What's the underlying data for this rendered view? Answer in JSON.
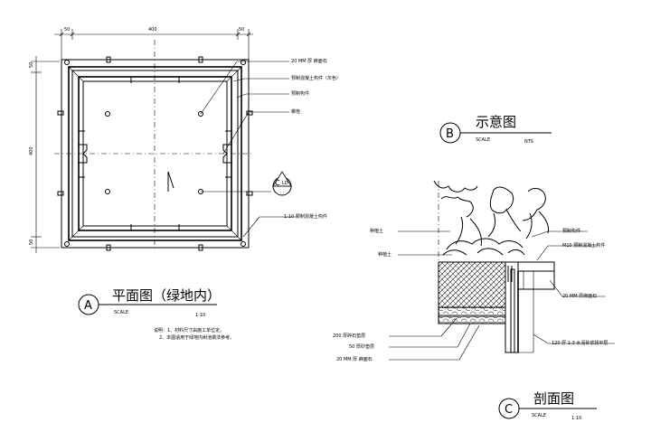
{
  "plan": {
    "dim_top_left": "50",
    "dim_top_mid": "400",
    "dim_top_right": "50",
    "dim_left_top": "50",
    "dim_left_mid": "400",
    "dim_left_bottom": "50",
    "callout_1": "20 MM 厚 麻面石",
    "callout_2": "预制混凝土构件（灰色）",
    "callout_3": "预制构件",
    "callout_4": "螺栓",
    "callout_5": "1:10 预制混凝土构件",
    "section_marker_letter": "C",
    "section_marker_ref": "LD",
    "notes_line_1": "说明：1、材料尺寸由施工单位定。",
    "notes_line_2": "2、本图适用于绿地内树池做法参考。"
  },
  "title_a": {
    "letter": "A",
    "title": "平面图（绿地内）",
    "scale_label": "SCALE",
    "scale_value": "1:10"
  },
  "title_b": {
    "letter": "B",
    "title": "示意图",
    "scale_label": "SCALE",
    "scale_value": "NTS"
  },
  "section": {
    "left_label_1": "种植土",
    "left_label_2": "种植土",
    "left_label_3": "200 厚碎石垫层",
    "left_label_4": "50 厚砂垫层",
    "left_label_5": "20 MM 厚 麻面石",
    "right_label_1": "预制构件",
    "right_label_2": "M10 预制混凝土构件",
    "right_label_3": "20 MM 厚麻面石",
    "right_label_4": "120 厚 1:3 水泥砂浆找平层"
  },
  "title_c": {
    "letter": "C",
    "title": "剖面图",
    "scale_label": "SCALE",
    "scale_value": "1:10"
  }
}
